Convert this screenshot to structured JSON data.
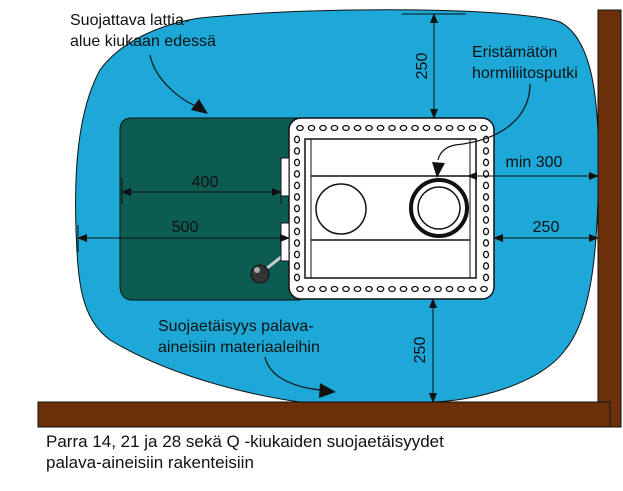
{
  "labels": {
    "protected_floor_line1": "Suojattava lattia-",
    "protected_floor_line2": "alue kiukaan edessä",
    "uninsulated_pipe_line1": "Eristämätön",
    "uninsulated_pipe_line2": "hormiliitosputki",
    "safety_distance_line1": "Suojaetäisyys palava-",
    "safety_distance_line2": "aineisiin materiaaleihin"
  },
  "dimensions": {
    "top_clearance": "250",
    "bottom_clearance": "250",
    "right_clearance": "250",
    "pipe_clearance": "min 300",
    "front_400": "400",
    "front_500": "500"
  },
  "caption": {
    "line1": "Parra 14, 21 ja 28 sekä Q -kiukaiden suojaetäisyydet",
    "line2": "palava-aineisiin rakenteisiin"
  },
  "colors": {
    "safety_zone": "#1ea8d8",
    "protected_floor": "#0d5c52",
    "wall": "#6b2f0a",
    "stove_body": "#ffffff",
    "outline": "#111111"
  }
}
